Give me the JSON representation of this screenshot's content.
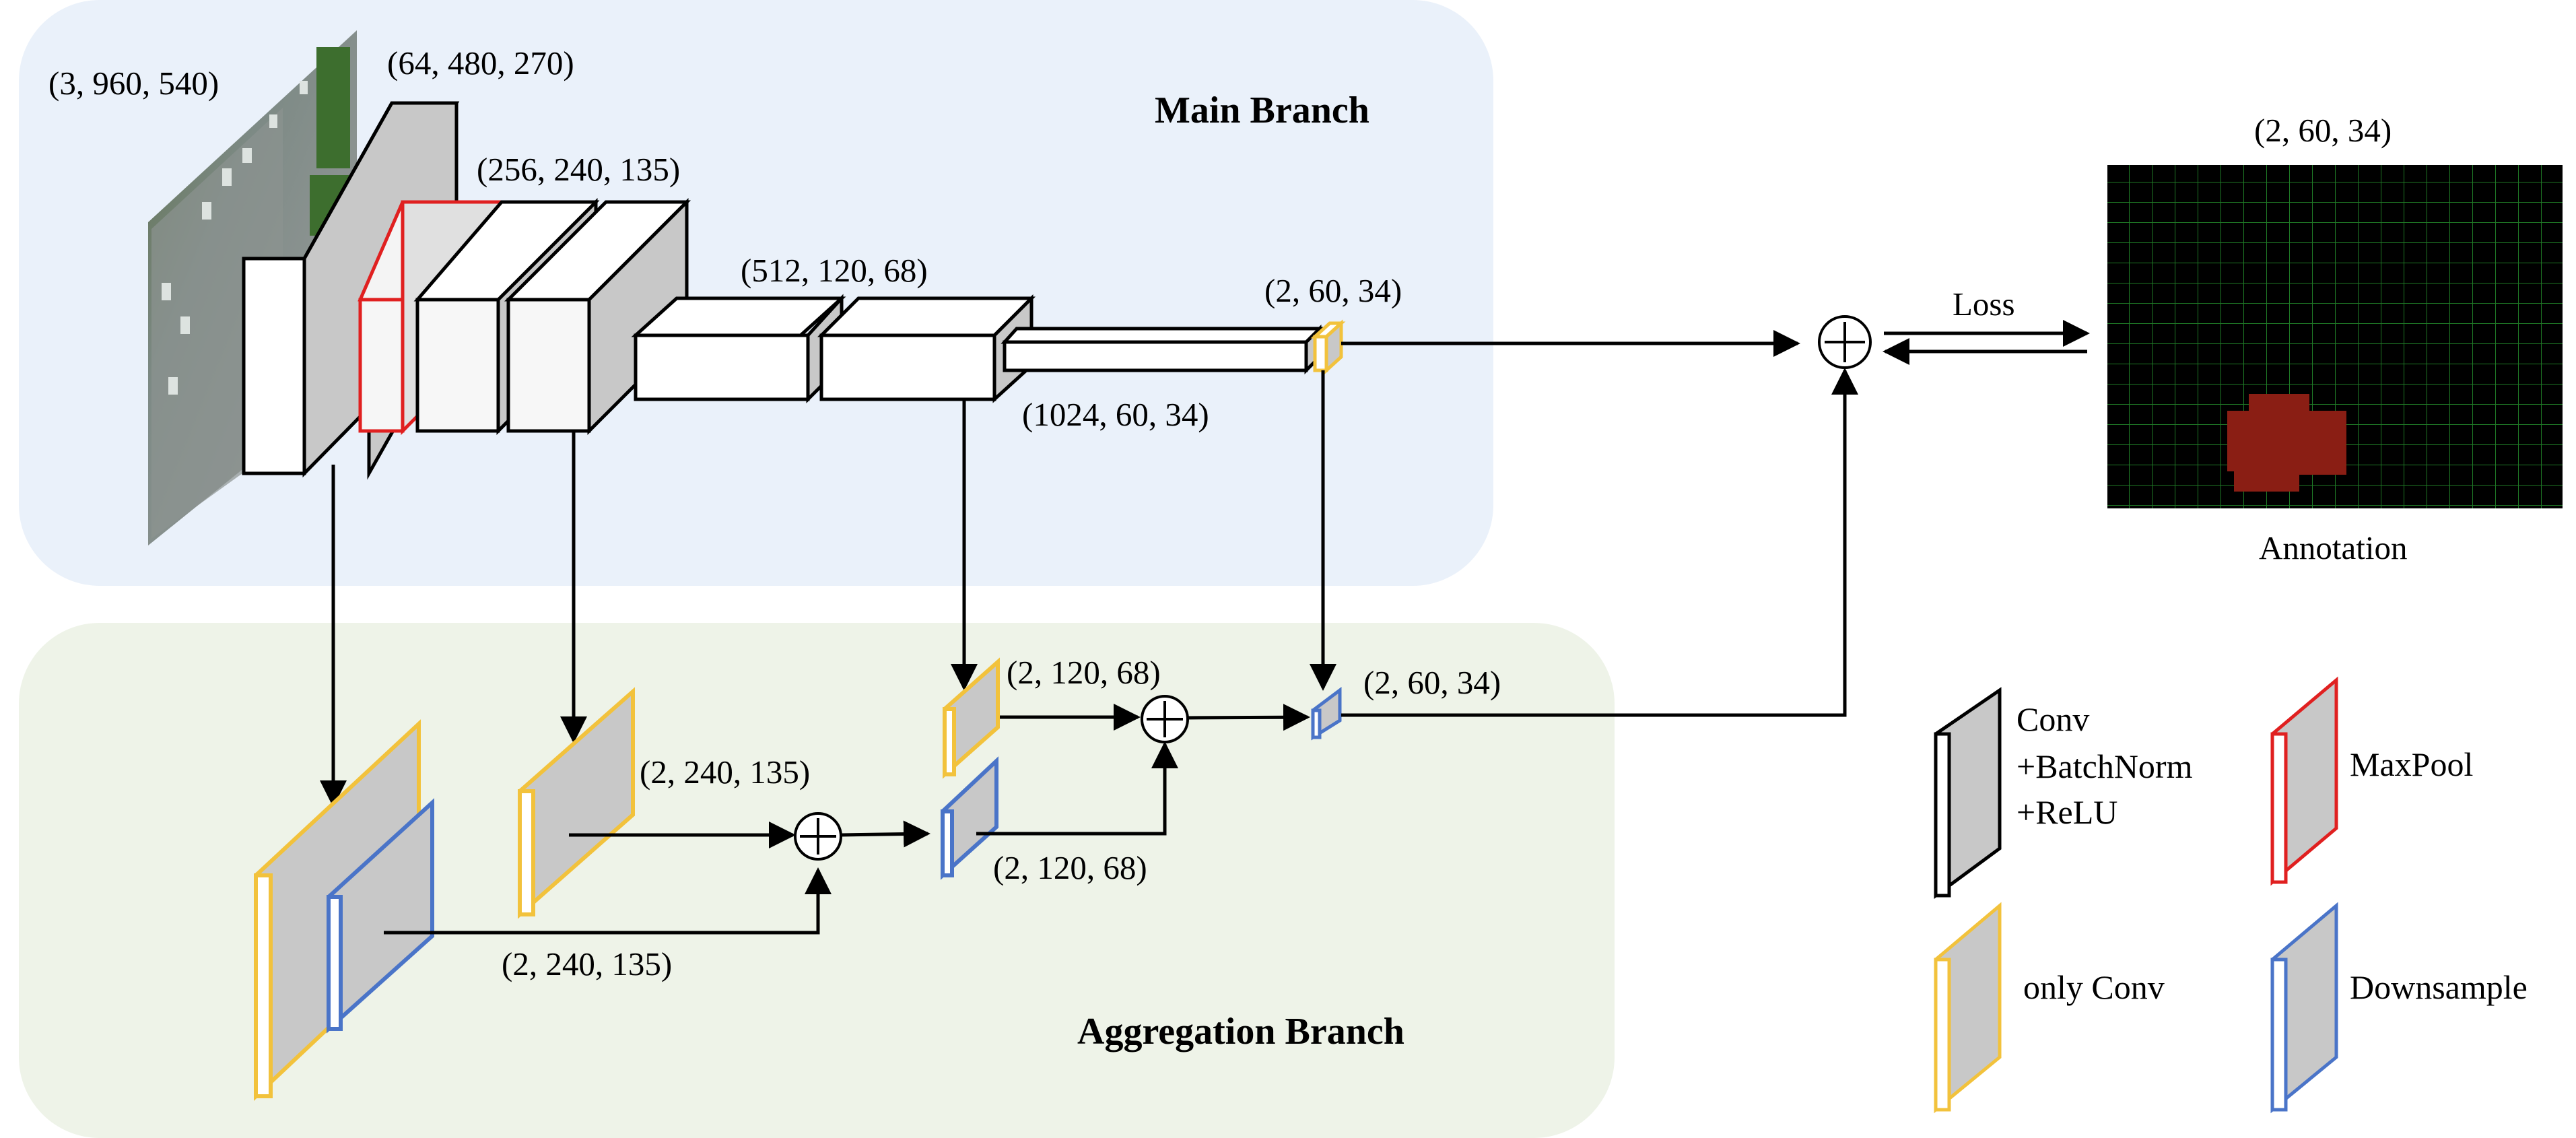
{
  "panels": {
    "main_title": "Main Branch",
    "aggregation_title": "Aggregation Branch",
    "main_fill": "#eaf1fa",
    "aggregation_fill": "#eef3e8"
  },
  "colors": {
    "conv_bn_relu": "#000000",
    "maxpool": "#e02020",
    "only_conv": "#f2c23c",
    "downsample": "#4a74c8",
    "block_face": "#ffffff",
    "block_side": "#c8c8c8",
    "annotation_bg": "#000000",
    "annotation_grid": "#1f7a26",
    "annotation_blob": "#8a1e14"
  },
  "input_image": {
    "label": "(3, 960, 540)",
    "icon": "traffic-scene-image"
  },
  "main_labels": {
    "l64": "(64, 480, 270)",
    "l256": "(256, 240, 135)",
    "l512": "(512, 120, 68)",
    "l1024": "(1024, 60, 34)",
    "l2": "(2, 60, 34)"
  },
  "agg_labels": {
    "a240_top": "(2, 240, 135)",
    "a240_bottom": "(2, 240, 135)",
    "a120_top": "(2, 120, 68)",
    "a120_bottom": "(2, 120, 68)",
    "a60": "(2, 60, 34)"
  },
  "output": {
    "label": "(2, 60, 34)",
    "loss": "Loss",
    "annotation": "Annotation",
    "plus_icon": "circled-plus-icon"
  },
  "legend": {
    "conv_bn_relu": [
      "Conv",
      "+BatchNorm",
      "+ReLU"
    ],
    "maxpool": "MaxPool",
    "only_conv": "only Conv",
    "downsample": "Downsample"
  }
}
